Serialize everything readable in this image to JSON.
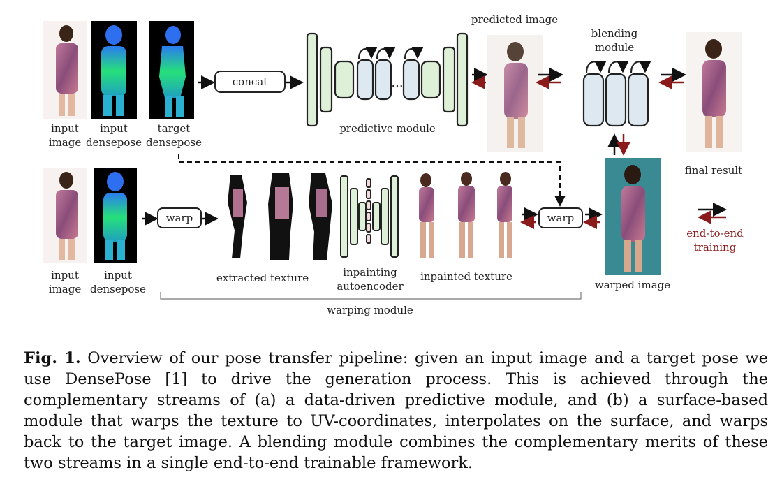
{
  "labels": {
    "input_image_1": "input\nimage",
    "input_densepose_1": "input\ndensepose",
    "target_densepose": "target\ndensepose",
    "concat": "concat",
    "predictive_module": "predictive module",
    "predicted_image": "predicted image",
    "blending_module": "blending\nmodule",
    "final_result": "final result",
    "input_image_2": "input\nimage",
    "input_densepose_2": "input\ndensepose",
    "warp_1": "warp",
    "extracted_texture": "extracted texture",
    "inpainting_autoencoder": "inpainting\nautoencoder",
    "inpainted_texture": "inpainted texture",
    "warp_2": "warp",
    "warped_image": "warped image",
    "warping_module": "warping module",
    "end_to_end": "end-to-end\ntraining"
  },
  "caption": {
    "prefix": "Fig. 1.",
    "text": " Overview of our pose transfer pipeline: given an input image and a target pose we use DensePose [1] to drive the generation process. This is achieved through the complementary streams of (a) a data-driven predictive module, and (b) a surface-based module that warps the texture to UV-coordinates, interpolates on the surface, and warps back to the target image. A blending module combines the complementary merits of these two streams in a single end-to-end trainable framework."
  },
  "colors": {
    "green_layer": "#dff0d8",
    "blue_layer": "#dde8f0",
    "red_layer": "#f3d9d9",
    "dark_red": "#8b1a1a",
    "teal_bg": "#3a8a94"
  }
}
